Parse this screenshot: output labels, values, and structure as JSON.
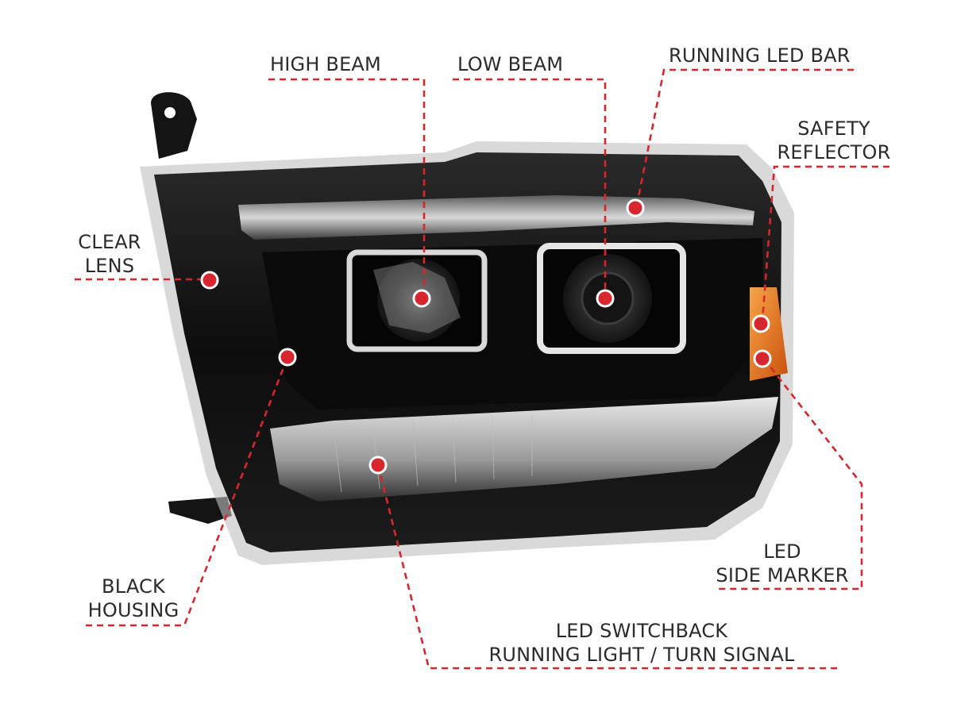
{
  "labels": {
    "high_beam": "HIGH BEAM",
    "low_beam": "LOW BEAM",
    "running_led_bar": "RUNNING LED BAR",
    "safety_reflector_1": "SAFETY",
    "safety_reflector_2": "REFLECTOR",
    "clear_lens_1": "CLEAR",
    "clear_lens_2": "LENS",
    "led_side_marker_1": "LED",
    "led_side_marker_2": "SIDE MARKER",
    "black_housing_1": "BLACK",
    "black_housing_2": "HOUSING",
    "switchback_1": "LED SWITCHBACK",
    "switchback_2": "RUNNING LIGHT / TURN SIGNAL"
  },
  "colors": {
    "callout": "#d7262e",
    "text": "#2b2b2b",
    "housing": "#111111",
    "amber": "#e8711b"
  }
}
